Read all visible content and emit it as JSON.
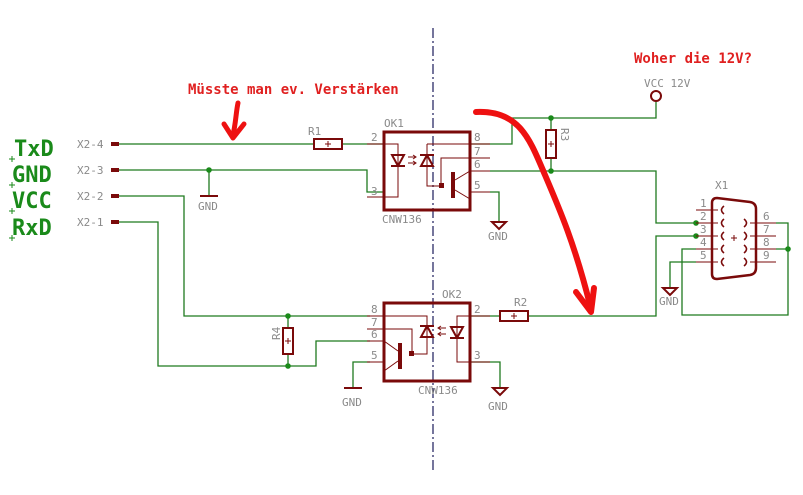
{
  "annotations": {
    "amplify_note": "Müsste man ev. Verstärken",
    "supply_question": "Woher die 12V?"
  },
  "connector_x2": {
    "signals": [
      {
        "name": "TxD",
        "pin": "X2-4"
      },
      {
        "name": "GND",
        "pin": "X2-3"
      },
      {
        "name": "VCC",
        "pin": "X2-2"
      },
      {
        "name": "RxD",
        "pin": "X2-1"
      }
    ]
  },
  "components": {
    "r1": "R1",
    "r2": "R2",
    "r3": "R3",
    "r4": "R4",
    "ok1": {
      "ref": "OK1",
      "part": "CNW136",
      "pins": {
        "p2": "2",
        "p3": "3",
        "p8": "8",
        "p7": "7",
        "p6": "6",
        "p5": "5"
      }
    },
    "ok2": {
      "ref": "OK2",
      "part": "CNW136",
      "pins": {
        "p8": "8",
        "p7": "7",
        "p6": "6",
        "p5": "5",
        "p2": "2",
        "p3": "3"
      }
    },
    "vcc": "VCC 12V",
    "gnd": "GND",
    "x1": {
      "ref": "X1",
      "pins": [
        "1",
        "2",
        "3",
        "4",
        "5",
        "6",
        "7",
        "8",
        "9"
      ]
    }
  },
  "colors": {
    "wire": "#1f7a1f",
    "component": "#7a0a0a",
    "annotation": "#e02020",
    "signal_label": "#1a8a1a"
  }
}
